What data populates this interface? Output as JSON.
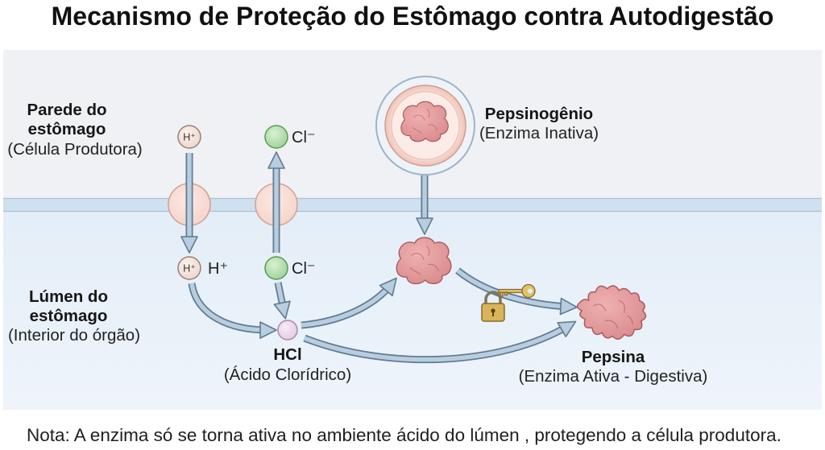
{
  "title": "Mecanismo de Proteção do Estômago contra Autodigestão",
  "stomach_wall": {
    "label_line1": "Parede do",
    "label_line2": "estômago",
    "sublabel": "(Célula Produtora)"
  },
  "stomach_lumen": {
    "label_line1": "Lúmen do",
    "label_line2": "estômago",
    "sublabel": "(Interior do órgão)"
  },
  "ions": {
    "wall_h_badge": "H⁺",
    "wall_cl_label": "Cl⁻",
    "lumen_h_badge": "H⁺",
    "lumen_h_label": "H⁺",
    "lumen_cl_label": "Cl⁻"
  },
  "hcl": {
    "name": "HCl",
    "description": "(Ácido Clorídrico)"
  },
  "pepsinogen": {
    "name": "Pepsinogênio",
    "description": "(Enzima Inativa)"
  },
  "pepsin": {
    "name": "Pepsina",
    "description": "(Enzima Ativa - Digestiva)"
  },
  "note": "Nota: A enzima só se torna ativa no ambiente ácido do lúmen , protegendo a célula produtora.",
  "icons": {
    "activation": "lock-and-key-icon",
    "lock": "padlock-icon",
    "key": "key-icon"
  },
  "colors": {
    "wall_bg": "#eff1f4",
    "membrane": "#cfe0ef",
    "lumen_bg": "#e4eef8",
    "channel": "#f4d2c8",
    "arrow_fill": "#b8cedf",
    "arrow_outline": "#5f7b93",
    "h_ion": "#ead7cf",
    "cl_ion": "#9fd199",
    "hcl": "#e4c8e4",
    "enzyme": "#d98a8c",
    "lock_gold": "#d9b459"
  }
}
